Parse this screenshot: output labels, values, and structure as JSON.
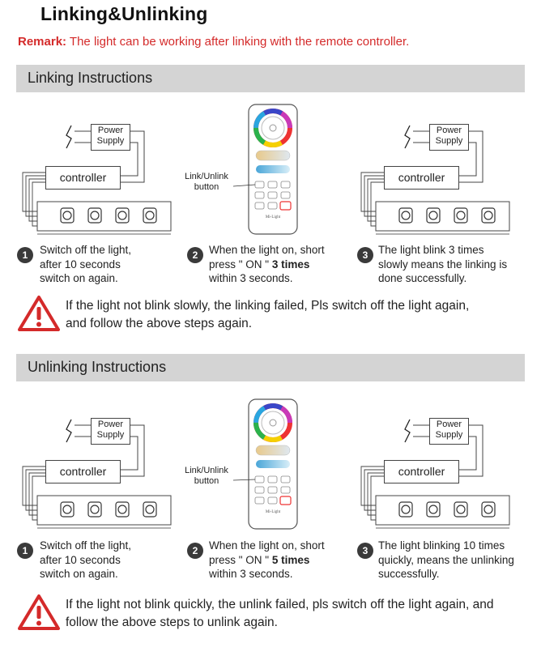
{
  "title": "Linking&Unlinking",
  "remark": {
    "label": "Remark:",
    "text": " The light can be working after linking with the remote controller."
  },
  "diagram": {
    "power": "Power",
    "supply": "Supply",
    "controller": "controller",
    "link_button": "Link/Unlink button",
    "brand": "Mi-Light"
  },
  "sections": [
    {
      "header": "Linking Instructions",
      "steps": [
        {
          "num": "1",
          "lines": [
            "Switch off the light,",
            "after 10 seconds",
            "switch on again."
          ]
        },
        {
          "num": "2",
          "line1": "When the light on, short",
          "line2_pre": "press \" ON \" ",
          "line2_bold": "3 times",
          "line3": "within 3 seconds."
        },
        {
          "num": "3",
          "lines": [
            "The light blink 3 times",
            "slowly means the linking is",
            "done successfully."
          ]
        }
      ],
      "warning": [
        "If the light not blink slowly, the linking failed, Pls switch off the light again,",
        "and follow the above steps again."
      ]
    },
    {
      "header": "Unlinking Instructions",
      "steps": [
        {
          "num": "1",
          "lines": [
            "Switch off the light,",
            "after 10 seconds",
            "switch on again."
          ]
        },
        {
          "num": "2",
          "line1": "When the light on, short",
          "line2_pre": "press  \" ON \" ",
          "line2_bold": "5 times",
          "line3": "within 3 seconds."
        },
        {
          "num": "3",
          "lines": [
            "The light blinking 10 times",
            "quickly, means the unlinking",
            "successfully."
          ]
        }
      ],
      "warning": [
        "If the light not blink quickly, the unlink failed, pls switch off the light again, and",
        "follow the above steps to unlink again."
      ]
    }
  ]
}
